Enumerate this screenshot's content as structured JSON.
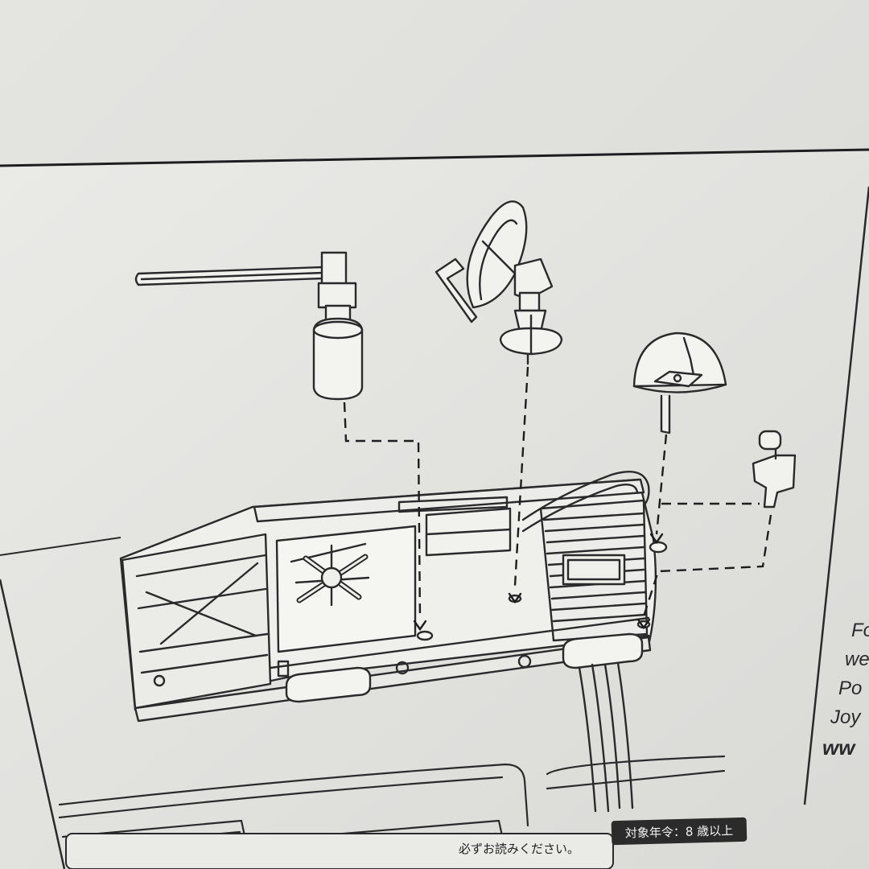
{
  "side_text": {
    "line1": "Fo",
    "line2": "we",
    "line3": "Po",
    "line4": "Joy",
    "line5": "ww"
  },
  "footer": {
    "notice": "必ずお読みください。",
    "age_label": "対象年令：8 歳以上"
  },
  "colors": {
    "paper": "#dcdcd8",
    "panel": "#e6e6e3",
    "line": "#2a2a2c"
  }
}
